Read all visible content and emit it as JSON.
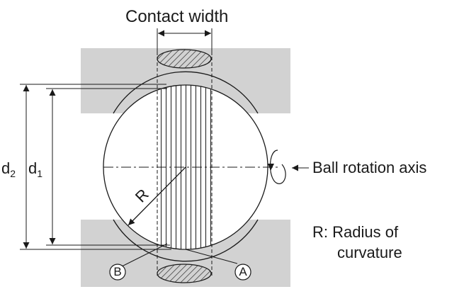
{
  "labels": {
    "title": "Contact width",
    "d2_main": "d",
    "d2_sub": "2",
    "d1_main": "d",
    "d1_sub": "1",
    "radius_symbol": "R",
    "rotation_axis": "Ball rotation axis",
    "radius_line1": "R: Radius of",
    "radius_line2": "curvature",
    "point_b": "B",
    "point_a": "A"
  },
  "colors": {
    "groove_fill": "#d2d2d2",
    "line": "#1a1a1a",
    "background": "#ffffff"
  }
}
